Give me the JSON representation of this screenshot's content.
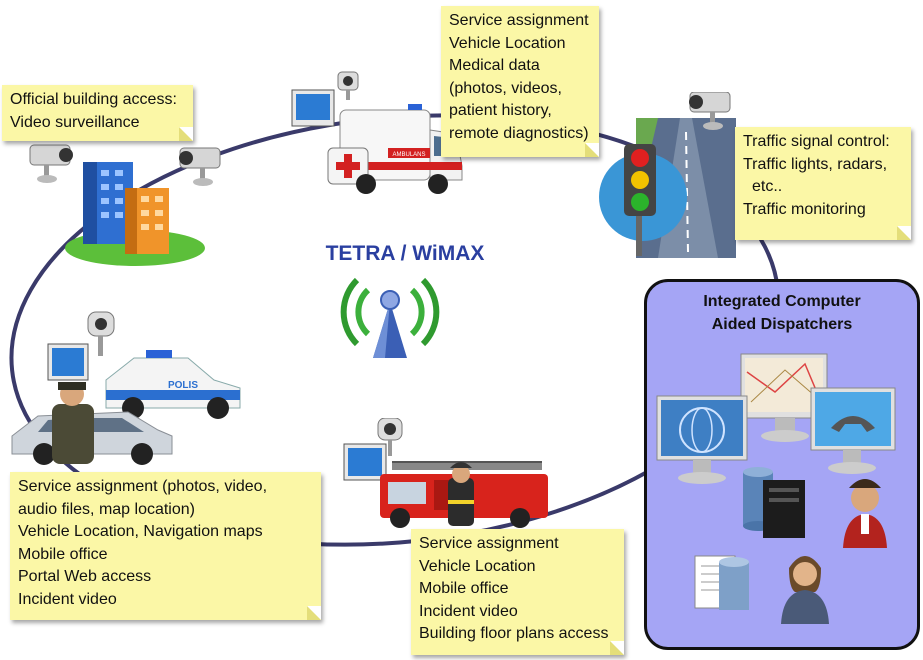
{
  "center": {
    "title": "TETRA / WiMAX"
  },
  "notes": {
    "building": [
      "Official building access:",
      "Video surveillance"
    ],
    "ambulance": [
      "Service assignment",
      "Vehicle Location",
      "Medical data",
      "(photos, videos,",
      "patient history,",
      "remote diagnostics)"
    ],
    "traffic": [
      "Traffic signal control:",
      "Traffic lights, radars,",
      "etc..",
      "Traffic monitoring"
    ],
    "police": [
      "Service assignment (photos, video,",
      "audio files, map location)",
      "Vehicle Location, Navigation maps",
      "Mobile office",
      "Portal Web access",
      "Incident video"
    ],
    "fire": [
      "Service assignment",
      "Vehicle Location",
      "Mobile office",
      "Incident video",
      "Building floor plans access"
    ]
  },
  "dispatch": {
    "title_line1": "Integrated Computer",
    "title_line2": "Aided Dispatchers"
  },
  "ambulance_label": "AMBULANS",
  "police_label": "POLIS",
  "colors": {
    "note_bg": "#fbf7a6",
    "dispatch_bg": "#a5a5f5",
    "title": "#2a3fa0",
    "ring": "#3a3a6a"
  }
}
